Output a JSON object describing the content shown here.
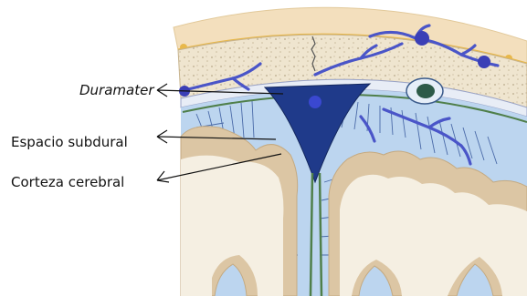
{
  "diagram": {
    "labels": [
      {
        "text": "Duramater",
        "italic": true
      },
      {
        "text": "Espacio subdural",
        "italic": false
      },
      {
        "text": "Corteza cerebral",
        "italic": false
      }
    ]
  },
  "colors": {
    "scalp_tan": "#f1dfc0",
    "bone_beige": "#eee4cf",
    "dura_blue": "#3b3fb6",
    "vein_blue": "#4a55c8",
    "sinus_navy": "#1f3a8a",
    "subdural_lightblue": "#b8d3ee",
    "arachnoid_green": "#4f7f4a",
    "cortex_tan": "#d9c3a2",
    "white_matter": "#f5efe2"
  }
}
